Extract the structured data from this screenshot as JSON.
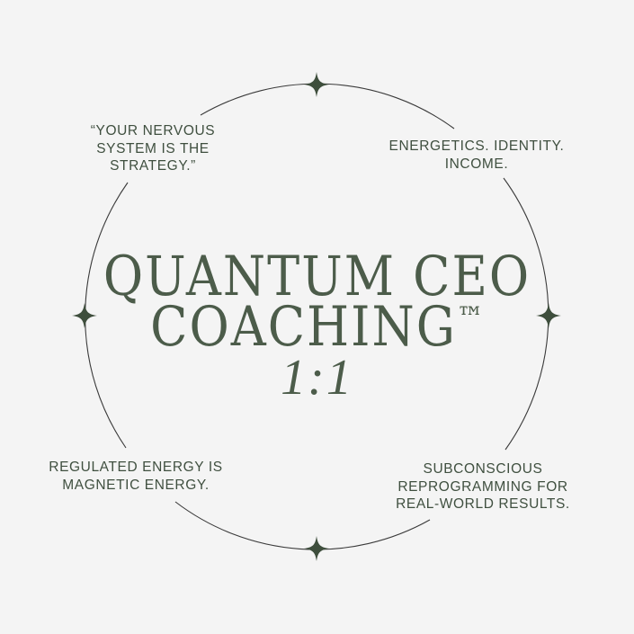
{
  "title": {
    "line1": "QUANTUM CEO",
    "line2": "COACHING",
    "trademark": "™",
    "subtitle": "1:1"
  },
  "quotes": {
    "top_left": "“YOUR NERVOUS\nSYSTEM IS THE\nSTRATEGY.”",
    "top_right": "ENERGETICS. IDENTITY.\nINCOME.",
    "bottom_left": "REGULATED ENERGY IS\nMAGNETIC ENERGY.",
    "bottom_right": "SUBCONSCIOUS\nREPROGRAMMING FOR\nREAL-WORLD RESULTS."
  },
  "colors": {
    "background": "#f4f4f4",
    "text": "#3f4f3f",
    "accent": "#4c5c4a",
    "ring": "#3a3a3a"
  },
  "icons": [
    "sparkle-star-icon"
  ]
}
